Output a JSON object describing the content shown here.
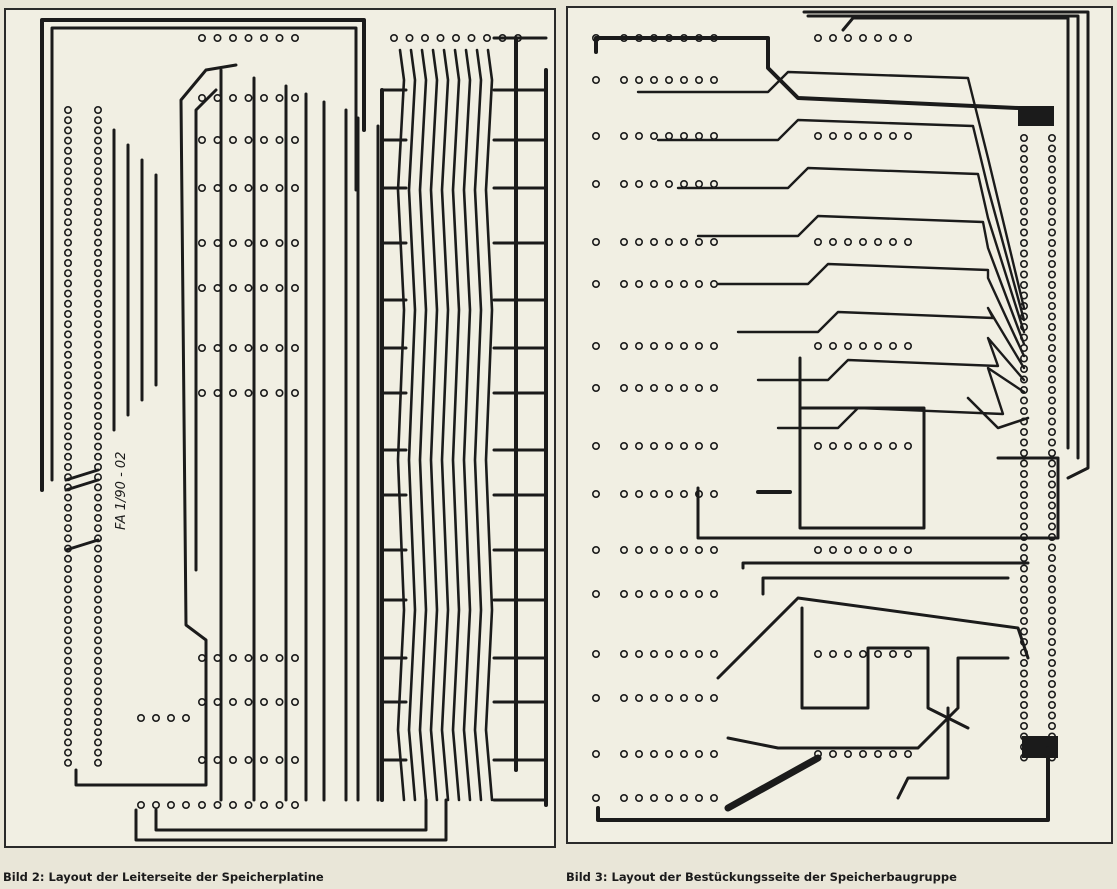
{
  "figures": [
    {
      "caption": "Bild 2: Layout der Leiterseite der Speicherplatine",
      "board_id": "FA 1/90 - 02"
    },
    {
      "caption": "Bild 3: Layout der Bestückungsseite der Speicherbaugruppe"
    }
  ],
  "colors": {
    "paper": "#f1efe3",
    "trace": "#1b1b1b",
    "background": "#e9e6d8"
  }
}
